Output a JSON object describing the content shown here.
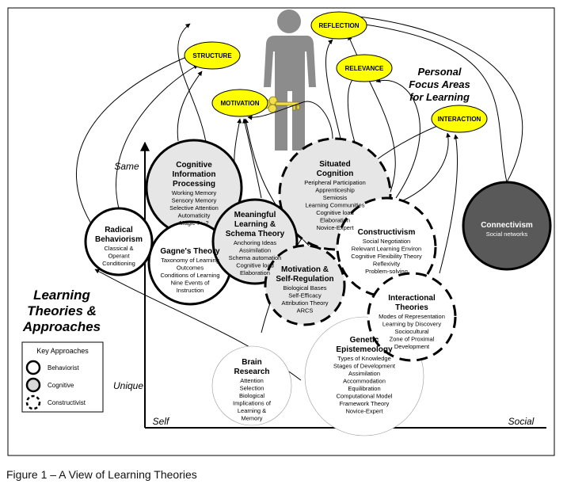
{
  "focus_areas": {
    "title_line1": "Personal",
    "title_line2": "Focus Areas",
    "title_line3": "for Learning",
    "items": [
      "Structure",
      "Reflection",
      "Motivation",
      "Relevance",
      "Interaction"
    ]
  },
  "axes": {
    "y_top": "Same",
    "y_bottom": "Unique",
    "x_left": "Self",
    "x_right": "Social"
  },
  "main_title": {
    "line1": "Learning",
    "line2": "Theories &",
    "line3": "Approaches"
  },
  "legend": {
    "title": "Key Approaches",
    "items": [
      "Behaviorist",
      "Cognitive",
      "Constructivist"
    ]
  },
  "theories": {
    "radical": {
      "title": [
        "Radical",
        "Behaviorism"
      ],
      "items": [
        "Classical &",
        "Operant",
        "Conditioning"
      ]
    },
    "cip": {
      "title": [
        "Cognitive",
        "Information",
        "Processing"
      ],
      "items": [
        "Working Memory",
        "Sensory Memory",
        "Selective Attention",
        "Automaticity",
        "Magic 7+-2"
      ]
    },
    "gagne": {
      "title": [
        "Gagne's Theory"
      ],
      "items": [
        "Taxonomy of Learning",
        "Outcomes",
        "Conditions of Learning",
        "Nine Events of",
        "Instruction"
      ]
    },
    "meaningful": {
      "title": [
        "Meaningful",
        "Learning &",
        "Schema Theory"
      ],
      "items": [
        "Anchoring Ideas",
        "Assimilation",
        "Schema automation",
        "Cognitive load",
        "Elaboration"
      ]
    },
    "situated": {
      "title": [
        "Situated",
        "Cognition"
      ],
      "items": [
        "Peripheral Participation",
        "Apprenticeship",
        "Semiosis",
        "Learning Communities",
        "Cognitive load",
        "Elaboration",
        "Novice-Expert"
      ]
    },
    "constructivism": {
      "title": [
        "Constructivism"
      ],
      "items": [
        "Social Negotiation",
        "Relevant Learning Environ",
        "Cognitive Flexibility Theory",
        "Reflexivity",
        "Problem-solving"
      ]
    },
    "motivation": {
      "title": [
        "Motivation &",
        "Self-Regulation"
      ],
      "items": [
        "Biological Bases",
        "Self-Efficacy",
        "Attribution Theory",
        "ARCS"
      ]
    },
    "interactional": {
      "title": [
        "Interactional",
        "Theories"
      ],
      "items": [
        "Modes of Representation",
        "Learning by Discovery",
        "Sociocultural",
        "Zone of Proximal",
        "Development"
      ]
    },
    "genetic": {
      "title": [
        "Genetic",
        "Epistemeology"
      ],
      "items": [
        "Types of Knowledge",
        "Stages of Development",
        "Assimilation",
        "Accommodation",
        "Equilibration",
        "Computational Model",
        "Framework Theory",
        "Novice-Expert"
      ]
    },
    "brain": {
      "title": [
        "Brain",
        "Research"
      ],
      "items": [
        "Attention",
        "Selection",
        "Biological",
        "Implications of",
        "Learning &",
        "Memory"
      ]
    },
    "connectivism": {
      "title": [
        "Connectivism"
      ],
      "items": [
        "Social networks"
      ]
    }
  },
  "caption": "Figure 1 – A View of Learning Theories",
  "colors": {
    "focus": "#ffff00",
    "cognitive": "#e6e6e6",
    "connectivism": "#595959",
    "figure": "#8c8c8c",
    "key": "#f2e04a"
  }
}
